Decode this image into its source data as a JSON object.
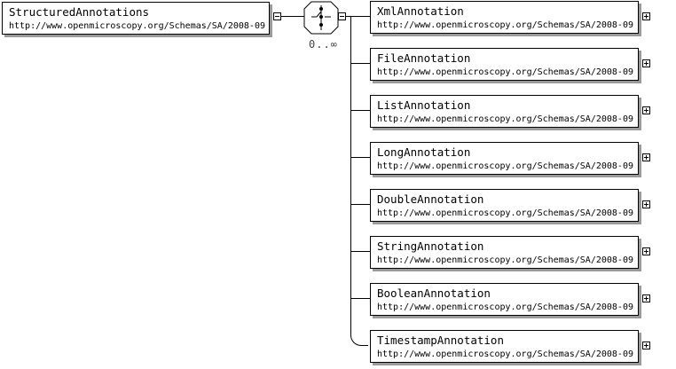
{
  "root": {
    "name": "StructuredAnnotations",
    "namespace": "http://www.openmicroscopy.org/Schemas/SA/2008-09"
  },
  "choice": {
    "cardinality": "0..∞"
  },
  "children": [
    {
      "name": "XmlAnnotation",
      "namespace": "http://www.openmicroscopy.org/Schemas/SA/2008-09"
    },
    {
      "name": "FileAnnotation",
      "namespace": "http://www.openmicroscopy.org/Schemas/SA/2008-09"
    },
    {
      "name": "ListAnnotation",
      "namespace": "http://www.openmicroscopy.org/Schemas/SA/2008-09"
    },
    {
      "name": "LongAnnotation",
      "namespace": "http://www.openmicroscopy.org/Schemas/SA/2008-09"
    },
    {
      "name": "DoubleAnnotation",
      "namespace": "http://www.openmicroscopy.org/Schemas/SA/2008-09"
    },
    {
      "name": "StringAnnotation",
      "namespace": "http://www.openmicroscopy.org/Schemas/SA/2008-09"
    },
    {
      "name": "BooleanAnnotation",
      "namespace": "http://www.openmicroscopy.org/Schemas/SA/2008-09"
    },
    {
      "name": "TimestampAnnotation",
      "namespace": "http://www.openmicroscopy.org/Schemas/SA/2008-09"
    }
  ]
}
